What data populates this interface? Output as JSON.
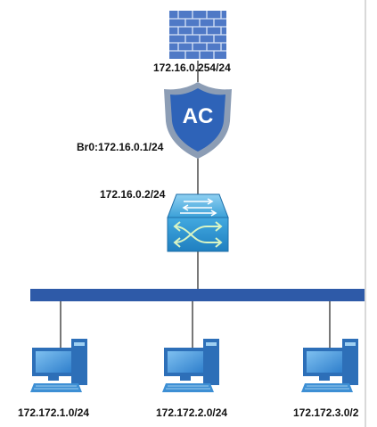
{
  "colors": {
    "line": "#4a4a4a",
    "bus": "#2e5aa8",
    "firewall": "#4f79c6",
    "ac_shield_outer": "#8c9db5",
    "ac_shield_inner": "#2e63b8",
    "switch": "#3aa0d8",
    "pc": "#3d8fd4"
  },
  "nodes": {
    "firewall": {
      "label": "172.16.0.254/24",
      "icon": "firewall-icon"
    },
    "ac": {
      "text": "AC",
      "label": "Br0:172.16.0.1/24",
      "icon": "access-controller-icon"
    },
    "switch": {
      "label": "172.16.0.2/24",
      "icon": "switch-icon"
    },
    "pcs": [
      {
        "label": "172.172.1.0/24",
        "icon": "computer-icon"
      },
      {
        "label": "172.172.2.0/24",
        "icon": "computer-icon"
      },
      {
        "label": "172.172.3.0/2",
        "icon": "computer-icon"
      }
    ]
  }
}
